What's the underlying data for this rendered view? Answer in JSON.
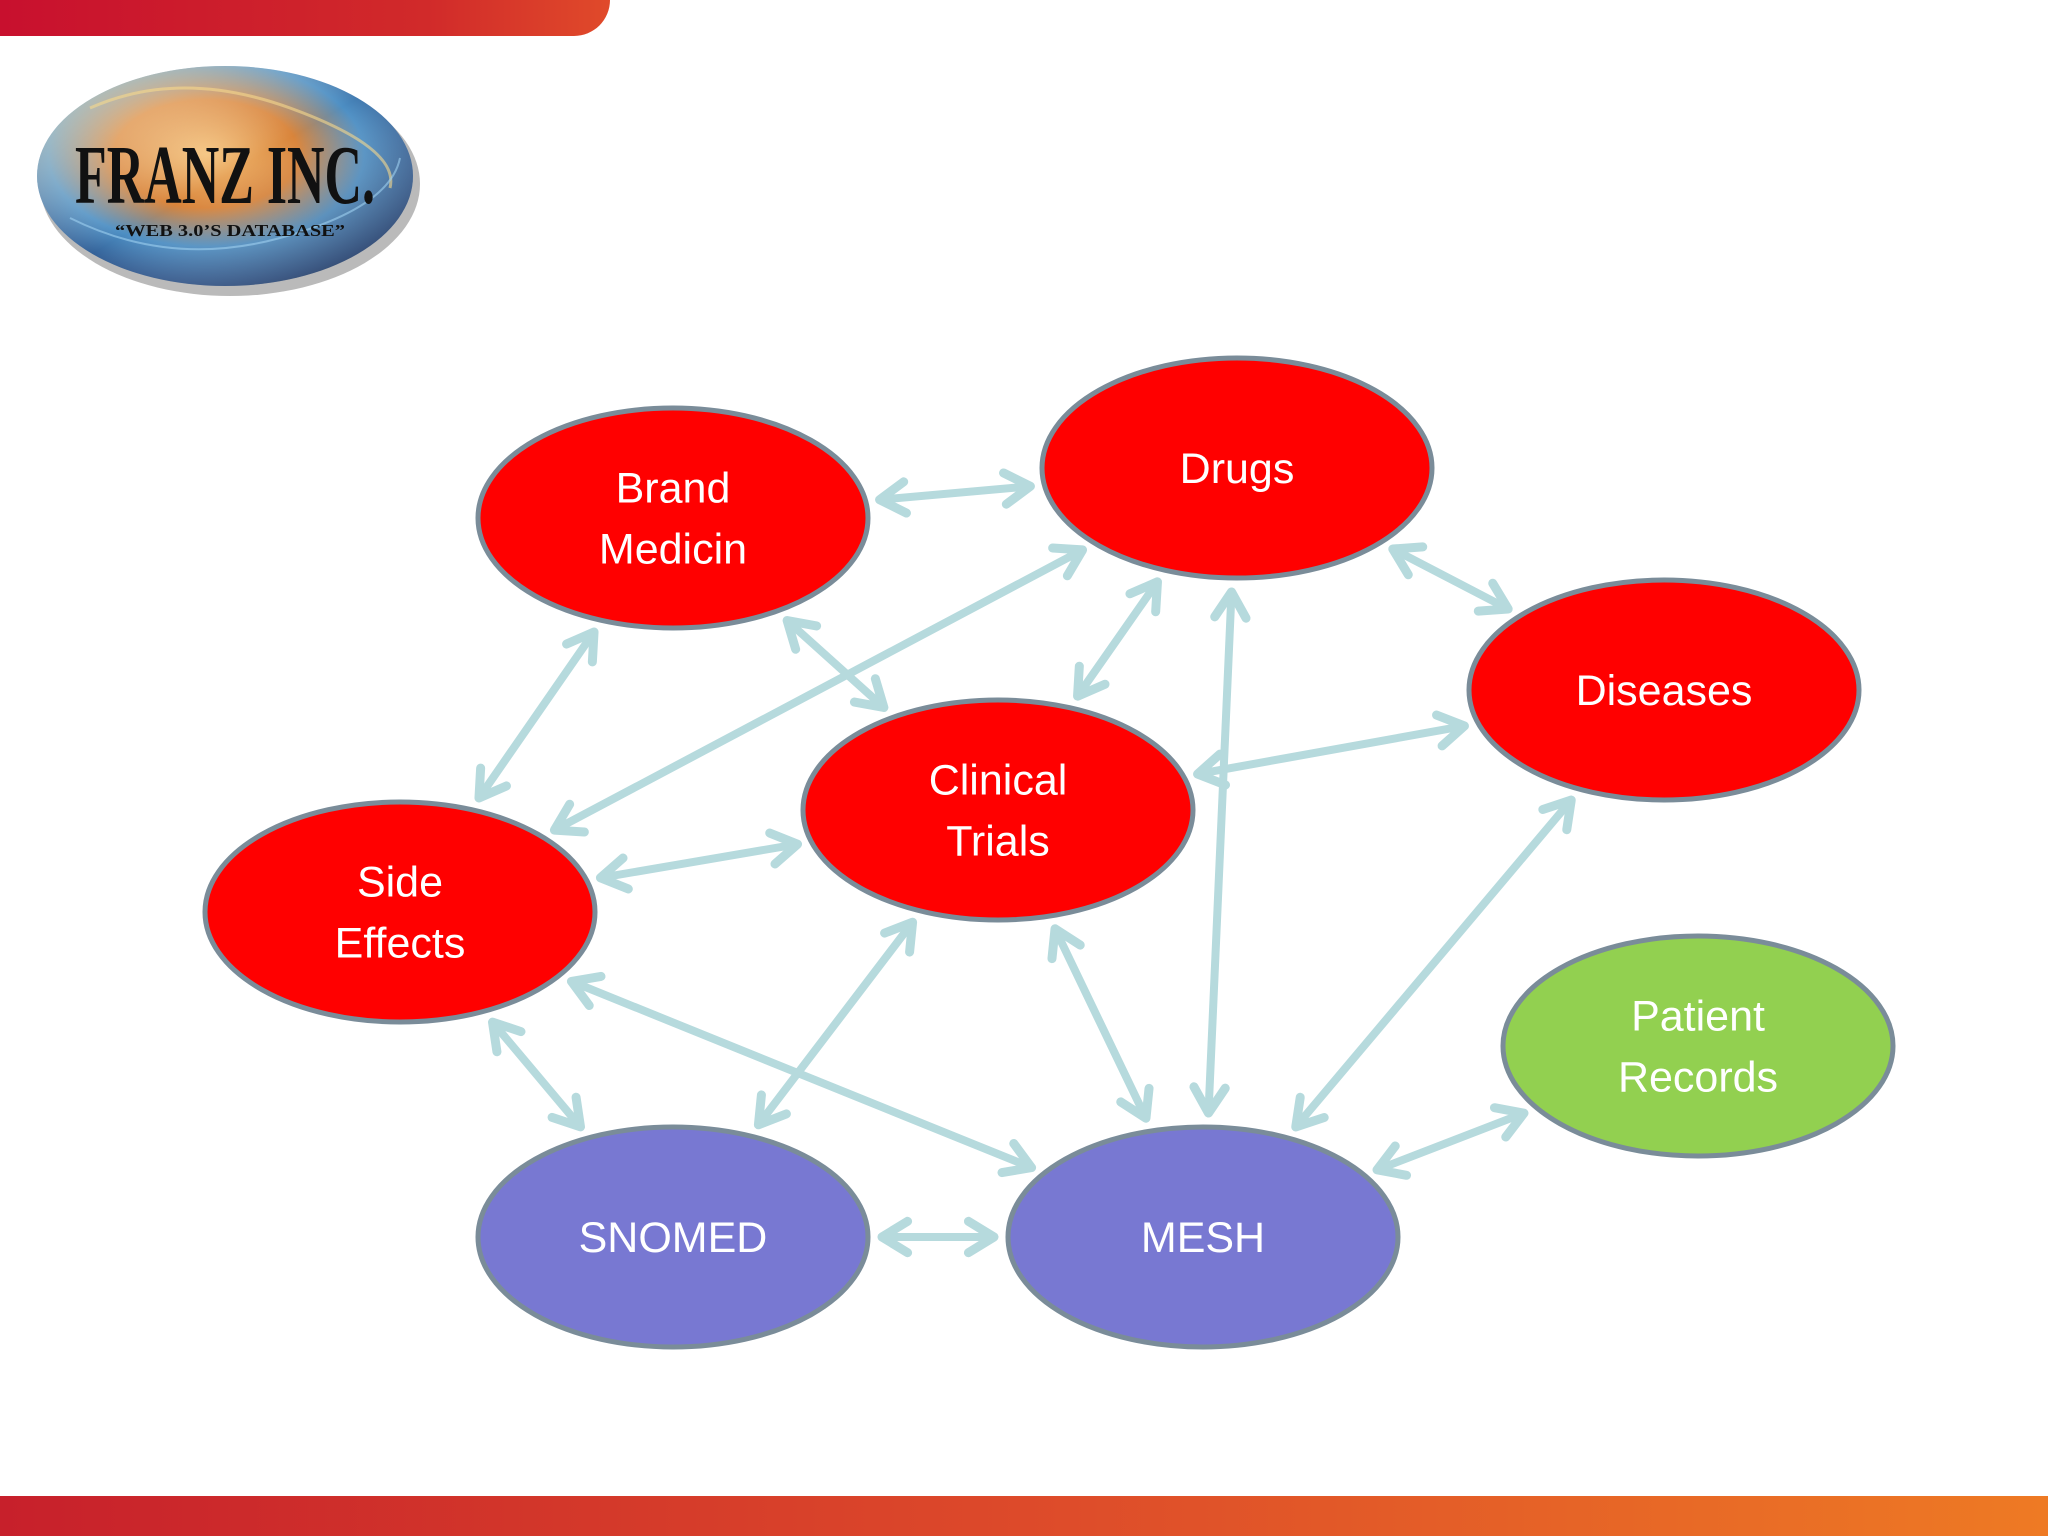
{
  "logo": {
    "name": "FRANZ INC.",
    "tagline": "“WEB 3.0’S DATABASE”"
  },
  "colors": {
    "node_red": "#ff0000",
    "node_purple": "#7878d2",
    "node_green": "#92d050",
    "node_stroke": "#7a8c99",
    "edge": "#b6dadd",
    "bar_red": "#c8102e",
    "bar_orange": "#ee7a24"
  },
  "nodes": [
    {
      "id": "brand",
      "lines": [
        "Brand",
        "Medicin"
      ],
      "color": "red"
    },
    {
      "id": "drugs",
      "lines": [
        "Drugs"
      ],
      "color": "red"
    },
    {
      "id": "diseases",
      "lines": [
        "Diseases"
      ],
      "color": "red"
    },
    {
      "id": "clinical",
      "lines": [
        "Clinical",
        "Trials"
      ],
      "color": "red"
    },
    {
      "id": "side",
      "lines": [
        "Side",
        "Effects"
      ],
      "color": "red"
    },
    {
      "id": "patient",
      "lines": [
        "Patient",
        "Records"
      ],
      "color": "green"
    },
    {
      "id": "snomed",
      "lines": [
        "SNOMED"
      ],
      "color": "purple"
    },
    {
      "id": "mesh",
      "lines": [
        "MESH"
      ],
      "color": "purple"
    }
  ],
  "edges": [
    {
      "from": "brand",
      "to": "drugs"
    },
    {
      "from": "drugs",
      "to": "diseases"
    },
    {
      "from": "brand",
      "to": "side"
    },
    {
      "from": "brand",
      "to": "clinical"
    },
    {
      "from": "side",
      "to": "drugs"
    },
    {
      "from": "clinical",
      "to": "drugs"
    },
    {
      "from": "drugs",
      "to": "mesh"
    },
    {
      "from": "clinical",
      "to": "diseases"
    },
    {
      "from": "side",
      "to": "clinical"
    },
    {
      "from": "side",
      "to": "mesh"
    },
    {
      "from": "side",
      "to": "snomed"
    },
    {
      "from": "clinical",
      "to": "snomed"
    },
    {
      "from": "clinical",
      "to": "mesh"
    },
    {
      "from": "diseases",
      "to": "mesh"
    },
    {
      "from": "mesh",
      "to": "patient"
    },
    {
      "from": "snomed",
      "to": "mesh"
    }
  ]
}
